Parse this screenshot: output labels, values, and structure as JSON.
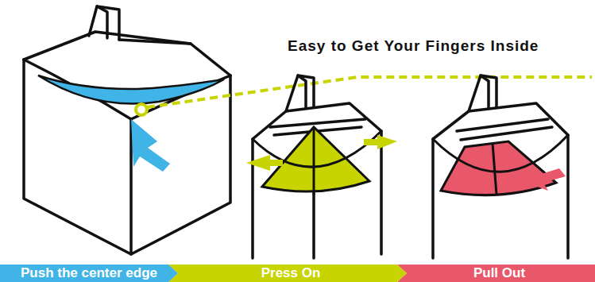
{
  "diagram": {
    "nodes": [
      {
        "text": [
          "Push the center edge"
        ]
      },
      {
        "text": [
          "Press On"
        ]
      },
      {
        "text": [
          "Pull Out"
        ]
      }
    ],
    "labels": [
      "Easy to Get Your Fingers Inside"
    ]
  }
}
